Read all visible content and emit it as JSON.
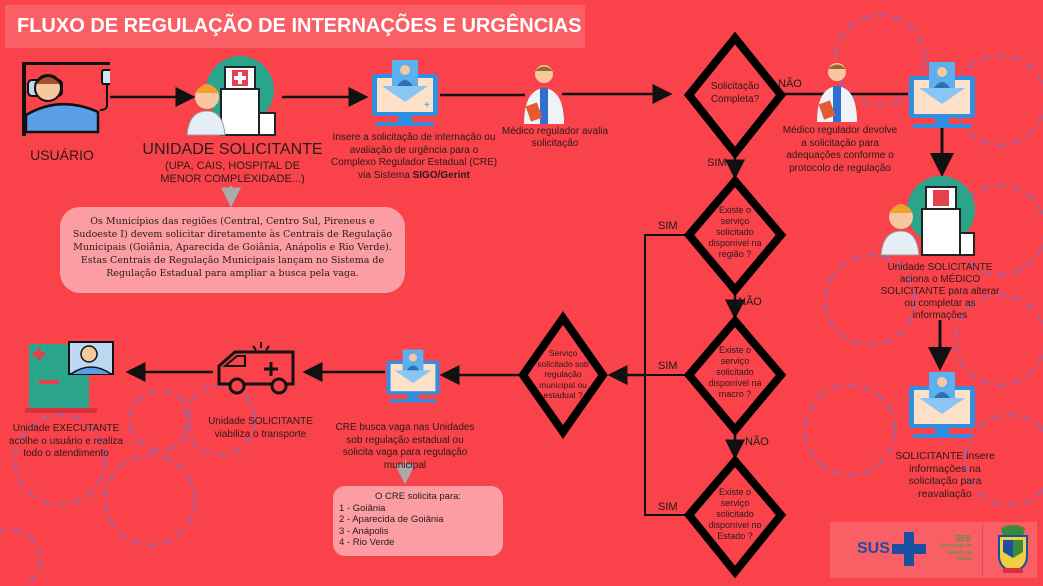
{
  "title": "FLUXO DE REGULAÇÃO DE INTERNAÇÕES E URGÊNCIAS",
  "nodes": {
    "usuario": "USUÁRIO",
    "unidade_title": "UNIDADE SOLICITANTE",
    "unidade_sub": "(UPA, CAIS, HOSPITAL DE MENOR COMPLEXIDADE...)",
    "insere_pre": "Insere a solicitação de internação ou avaliação de urgência para o Complexo Regulador Estadual (CRE) via Sistema ",
    "insere_bold": "SIGO/Gerint",
    "medico_avalia": "Médico regulador avalia solicitação",
    "medico_devolve": "Médico regulador devolve a solicitação para adequações conforme o protocolo de regulação",
    "unidade_aciona": "Unidade SOLICITANTE aciona o MÉDICO SOLICITANTE para alterar ou completar as informações",
    "solicitante_insere": "SOLICITANTE insere informações na solicitação para reavaliação",
    "cre_busca": "CRE busca vaga nas Unidades sob regulação estadual ou solicita vaga para regulação municipal",
    "transporte": "Unidade SOLICITANTE viabiliza o transporte",
    "executante": "Unidade EXECUTANTE acolhe o usuário e realiza todo o atendimento"
  },
  "info_box": "Os Municípios das regiões (Central, Centro Sul, Pireneus e Sudoeste I) devem solicitar diretamente às Centrais de Regulação Municipais (Goiânia, Aparecida de Goiânia, Anápolis e Rio Verde). Estas Centrais de Regulação Municipais lançam no Sistema de Regulação Estadual para ampliar a busca pela vaga.",
  "cre_box": {
    "heading": "O CRE solicita para:",
    "items": [
      "1 - Goiânia",
      "2 - Aparecida de Goiânia",
      "3 - Anápolis",
      "4 - Rio Verde"
    ]
  },
  "decisions": {
    "completa": "Solicitação Completa?",
    "regiao": "Existe o serviço solicitado disponível na região ?",
    "macro": "Existe o serviço solicitado disponível na macro ?",
    "estado": "Existe o serviço solicitado disponível no Estado ?",
    "servico": "Serviço solicitado sob regulação municipal ou estadual ?"
  },
  "labels": {
    "nao": "NÃO",
    "sim": "SIM"
  },
  "logos": {
    "sus": "SUS",
    "ses": "SES",
    "ses_sub": "Secretaria de Estado da Saúde"
  },
  "colors": {
    "background": "#f9424a",
    "title_box": "#fb5f66",
    "info_box": "#fb9da2",
    "screen_blue": "#2f8fe0",
    "hospital_green": "#2aa58c"
  }
}
